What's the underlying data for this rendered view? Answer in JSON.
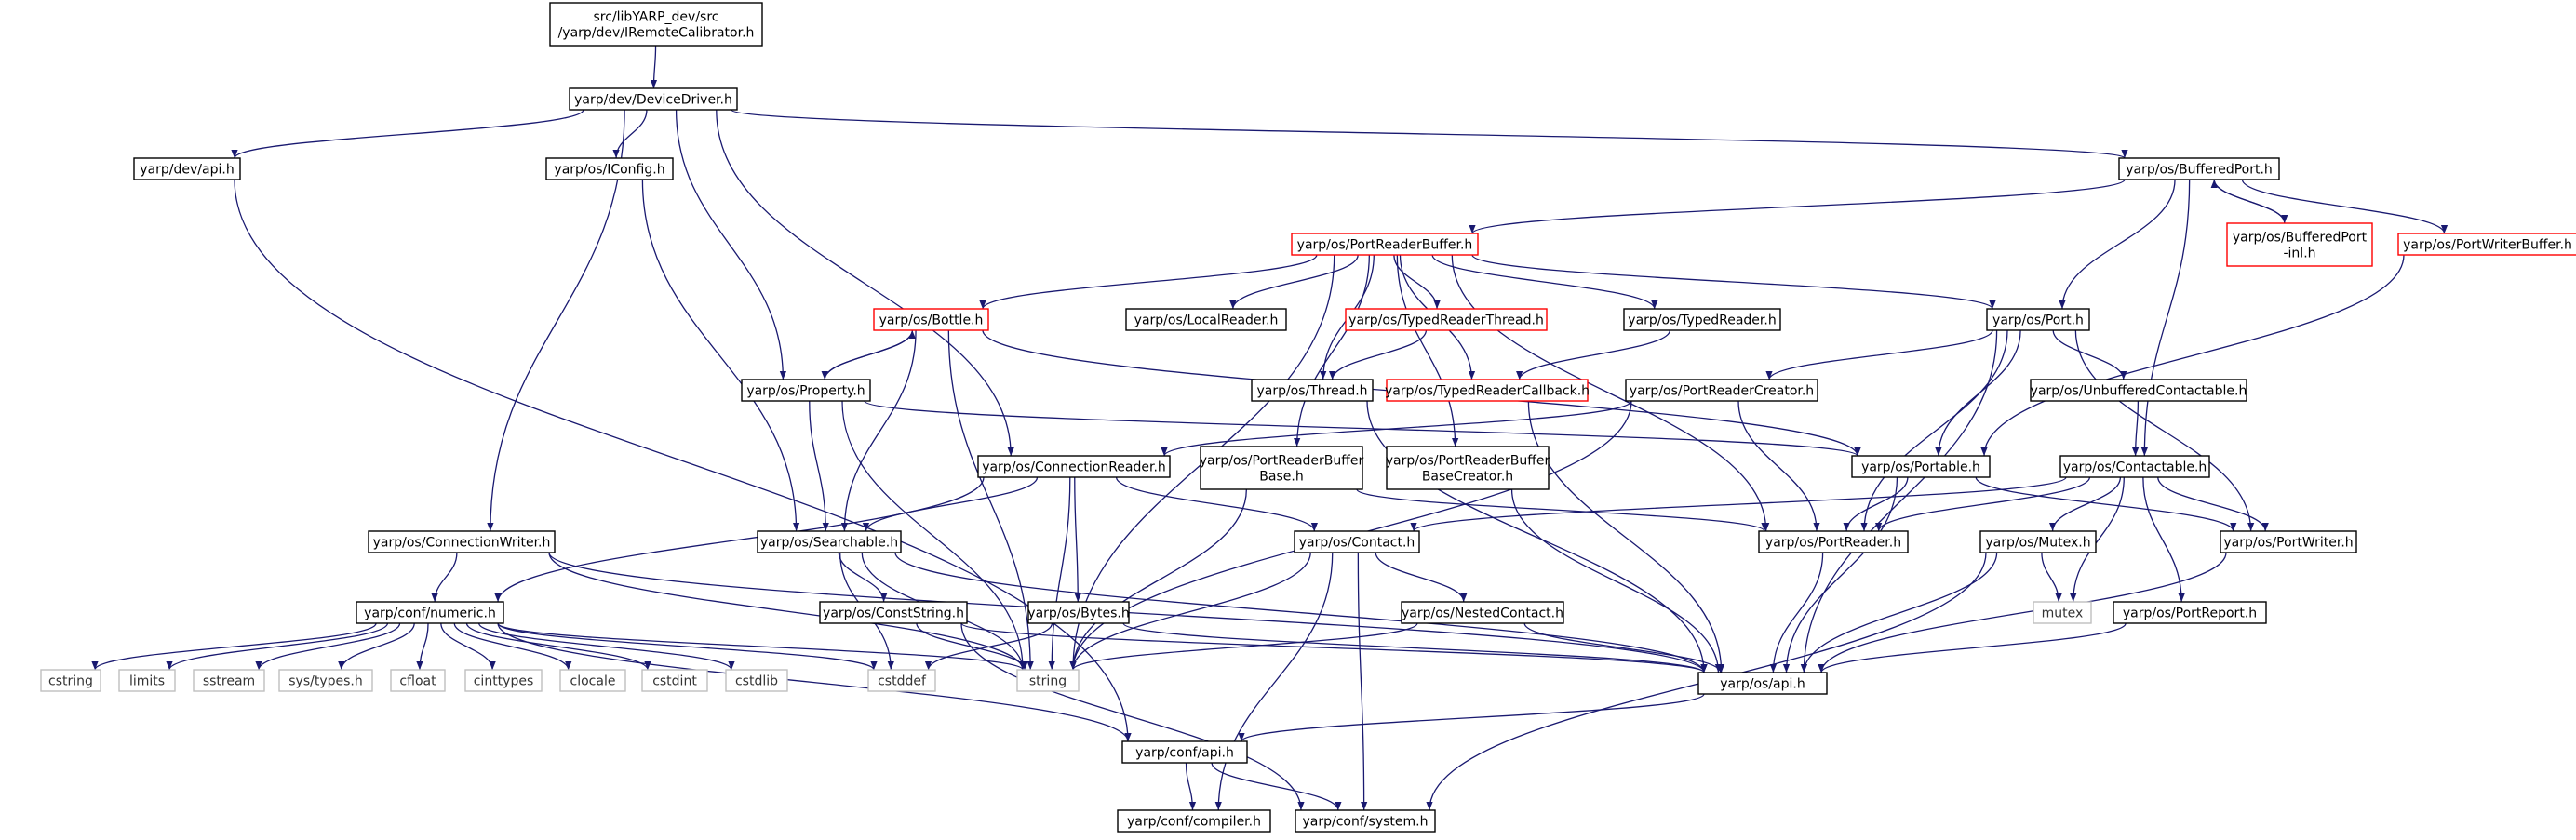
{
  "colors": {
    "node_border": "#000000",
    "node_border_incomplete": "#ff0000",
    "node_border_system": "#bfbfbf",
    "root_fill": "#bfbfbf",
    "edge": "#191970"
  },
  "nodes": [
    {
      "id": "root",
      "lines": [
        "src/libYARP_dev/src",
        "/yarp/dev/IRemoteCalibrator.h"
      ],
      "kind": "root"
    },
    {
      "id": "devicedriver",
      "lines": [
        "yarp/dev/DeviceDriver.h"
      ],
      "kind": "normal"
    },
    {
      "id": "devapi",
      "lines": [
        "yarp/dev/api.h"
      ],
      "kind": "normal"
    },
    {
      "id": "iconfig",
      "lines": [
        "yarp/os/IConfig.h"
      ],
      "kind": "normal"
    },
    {
      "id": "bufferedport",
      "lines": [
        "yarp/os/BufferedPort.h"
      ],
      "kind": "normal"
    },
    {
      "id": "bufferedportinl",
      "lines": [
        "yarp/os/BufferedPort",
        "-inl.h"
      ],
      "kind": "incomplete"
    },
    {
      "id": "portwriterbuffer",
      "lines": [
        "yarp/os/PortWriterBuffer.h"
      ],
      "kind": "incomplete"
    },
    {
      "id": "portreaderbuffer",
      "lines": [
        "yarp/os/PortReaderBuffer.h"
      ],
      "kind": "incomplete"
    },
    {
      "id": "bottle",
      "lines": [
        "yarp/os/Bottle.h"
      ],
      "kind": "incomplete"
    },
    {
      "id": "localreader",
      "lines": [
        "yarp/os/LocalReader.h"
      ],
      "kind": "normal"
    },
    {
      "id": "typedreaderthread",
      "lines": [
        "yarp/os/TypedReaderThread.h"
      ],
      "kind": "incomplete"
    },
    {
      "id": "typedreader",
      "lines": [
        "yarp/os/TypedReader.h"
      ],
      "kind": "normal"
    },
    {
      "id": "port",
      "lines": [
        "yarp/os/Port.h"
      ],
      "kind": "normal"
    },
    {
      "id": "property",
      "lines": [
        "yarp/os/Property.h"
      ],
      "kind": "normal"
    },
    {
      "id": "thread",
      "lines": [
        "yarp/os/Thread.h"
      ],
      "kind": "normal"
    },
    {
      "id": "typedreadercallback",
      "lines": [
        "yarp/os/TypedReaderCallback.h"
      ],
      "kind": "incomplete"
    },
    {
      "id": "portreadercreator",
      "lines": [
        "yarp/os/PortReaderCreator.h"
      ],
      "kind": "normal"
    },
    {
      "id": "unbufferedcontactable",
      "lines": [
        "yarp/os/UnbufferedContactable.h"
      ],
      "kind": "normal"
    },
    {
      "id": "connectionreader",
      "lines": [
        "yarp/os/ConnectionReader.h"
      ],
      "kind": "normal"
    },
    {
      "id": "portreaderbufferbase",
      "lines": [
        "yarp/os/PortReaderBuffer",
        "Base.h"
      ],
      "kind": "normal"
    },
    {
      "id": "portreaderbufferbasecreator",
      "lines": [
        "yarp/os/PortReaderBuffer",
        "BaseCreator.h"
      ],
      "kind": "normal"
    },
    {
      "id": "portable",
      "lines": [
        "yarp/os/Portable.h"
      ],
      "kind": "normal"
    },
    {
      "id": "contactable",
      "lines": [
        "yarp/os/Contactable.h"
      ],
      "kind": "normal"
    },
    {
      "id": "connectionwriter",
      "lines": [
        "yarp/os/ConnectionWriter.h"
      ],
      "kind": "normal"
    },
    {
      "id": "searchable",
      "lines": [
        "yarp/os/Searchable.h"
      ],
      "kind": "normal"
    },
    {
      "id": "contact",
      "lines": [
        "yarp/os/Contact.h"
      ],
      "kind": "normal"
    },
    {
      "id": "portreader",
      "lines": [
        "yarp/os/PortReader.h"
      ],
      "kind": "normal"
    },
    {
      "id": "mutexh",
      "lines": [
        "yarp/os/Mutex.h"
      ],
      "kind": "normal"
    },
    {
      "id": "portwriter",
      "lines": [
        "yarp/os/PortWriter.h"
      ],
      "kind": "normal"
    },
    {
      "id": "numeric",
      "lines": [
        "yarp/conf/numeric.h"
      ],
      "kind": "normal"
    },
    {
      "id": "conststring",
      "lines": [
        "yarp/os/ConstString.h"
      ],
      "kind": "normal"
    },
    {
      "id": "bytes",
      "lines": [
        "yarp/os/Bytes.h"
      ],
      "kind": "normal"
    },
    {
      "id": "nestedcontact",
      "lines": [
        "yarp/os/NestedContact.h"
      ],
      "kind": "normal"
    },
    {
      "id": "mutex",
      "lines": [
        "mutex"
      ],
      "kind": "system"
    },
    {
      "id": "portreport",
      "lines": [
        "yarp/os/PortReport.h"
      ],
      "kind": "normal"
    },
    {
      "id": "cstring",
      "lines": [
        "cstring"
      ],
      "kind": "system"
    },
    {
      "id": "limits",
      "lines": [
        "limits"
      ],
      "kind": "system"
    },
    {
      "id": "sstream",
      "lines": [
        "sstream"
      ],
      "kind": "system"
    },
    {
      "id": "systypes",
      "lines": [
        "sys/types.h"
      ],
      "kind": "system"
    },
    {
      "id": "cfloat",
      "lines": [
        "cfloat"
      ],
      "kind": "system"
    },
    {
      "id": "cinttypes",
      "lines": [
        "cinttypes"
      ],
      "kind": "system"
    },
    {
      "id": "clocale",
      "lines": [
        "clocale"
      ],
      "kind": "system"
    },
    {
      "id": "cstdint",
      "lines": [
        "cstdint"
      ],
      "kind": "system"
    },
    {
      "id": "cstdlib",
      "lines": [
        "cstdlib"
      ],
      "kind": "system"
    },
    {
      "id": "cstddef",
      "lines": [
        "cstddef"
      ],
      "kind": "system"
    },
    {
      "id": "string",
      "lines": [
        "string"
      ],
      "kind": "system"
    },
    {
      "id": "osapi",
      "lines": [
        "yarp/os/api.h"
      ],
      "kind": "normal"
    },
    {
      "id": "confapi",
      "lines": [
        "yarp/conf/api.h"
      ],
      "kind": "normal"
    },
    {
      "id": "compiler",
      "lines": [
        "yarp/conf/compiler.h"
      ],
      "kind": "normal"
    },
    {
      "id": "system",
      "lines": [
        "yarp/conf/system.h"
      ],
      "kind": "normal"
    }
  ],
  "edges": [
    [
      "root",
      "devicedriver"
    ],
    [
      "devicedriver",
      "devapi"
    ],
    [
      "devicedriver",
      "iconfig"
    ],
    [
      "devicedriver",
      "bufferedport"
    ],
    [
      "devicedriver",
      "connectionwriter"
    ],
    [
      "devicedriver",
      "property"
    ],
    [
      "devicedriver",
      "connectionreader"
    ],
    [
      "devapi",
      "confapi"
    ],
    [
      "iconfig",
      "searchable"
    ],
    [
      "bufferedport",
      "portreaderbuffer"
    ],
    [
      "bufferedport",
      "bufferedportinl"
    ],
    [
      "bufferedportinl",
      "bufferedport"
    ],
    [
      "bufferedport",
      "portwriterbuffer"
    ],
    [
      "bufferedport",
      "port"
    ],
    [
      "bufferedport",
      "contactable"
    ],
    [
      "portwriterbuffer",
      "portable"
    ],
    [
      "portreaderbuffer",
      "bottle"
    ],
    [
      "portreaderbuffer",
      "localreader"
    ],
    [
      "portreaderbuffer",
      "typedreaderthread"
    ],
    [
      "portreaderbuffer",
      "typedreader"
    ],
    [
      "portreaderbuffer",
      "port"
    ],
    [
      "portreaderbuffer",
      "thread"
    ],
    [
      "portreaderbuffer",
      "typedreadercallback"
    ],
    [
      "portreaderbuffer",
      "portreaderbufferbase"
    ],
    [
      "portreaderbuffer",
      "portreaderbufferbasecreator"
    ],
    [
      "portreaderbuffer",
      "portreader"
    ],
    [
      "portreaderbuffer",
      "string"
    ],
    [
      "bottle",
      "property"
    ],
    [
      "property",
      "bottle"
    ],
    [
      "bottle",
      "searchable"
    ],
    [
      "bottle",
      "portable"
    ],
    [
      "bottle",
      "string"
    ],
    [
      "typedreaderthread",
      "thread"
    ],
    [
      "typedreader",
      "typedreadercallback"
    ],
    [
      "port",
      "portreadercreator"
    ],
    [
      "port",
      "unbufferedcontactable"
    ],
    [
      "port",
      "portable"
    ],
    [
      "port",
      "portreader"
    ],
    [
      "port",
      "portwriter"
    ],
    [
      "port",
      "osapi"
    ],
    [
      "property",
      "searchable"
    ],
    [
      "property",
      "portable"
    ],
    [
      "property",
      "string"
    ],
    [
      "thread",
      "osapi"
    ],
    [
      "typedreadercallback",
      "osapi"
    ],
    [
      "portreadercreator",
      "connectionreader"
    ],
    [
      "portreadercreator",
      "portreader"
    ],
    [
      "portreadercreator",
      "string"
    ],
    [
      "unbufferedcontactable",
      "contactable"
    ],
    [
      "connectionreader",
      "numeric"
    ],
    [
      "connectionreader",
      "searchable"
    ],
    [
      "connectionreader",
      "contact"
    ],
    [
      "connectionreader",
      "bytes"
    ],
    [
      "connectionreader",
      "string"
    ],
    [
      "portreaderbufferbase",
      "string"
    ],
    [
      "portreaderbufferbasecreator",
      "osapi"
    ],
    [
      "portreaderbufferbase",
      "portreader"
    ],
    [
      "portable",
      "portreader"
    ],
    [
      "portable",
      "portwriter"
    ],
    [
      "portable",
      "osapi"
    ],
    [
      "contactable",
      "contact"
    ],
    [
      "contactable",
      "portreader"
    ],
    [
      "contactable",
      "portwriter"
    ],
    [
      "contactable",
      "mutexh"
    ],
    [
      "contactable",
      "portreport"
    ],
    [
      "contactable",
      "mutex"
    ],
    [
      "connectionwriter",
      "numeric"
    ],
    [
      "connectionwriter",
      "osapi"
    ],
    [
      "connectionwriter",
      "string"
    ],
    [
      "searchable",
      "conststring"
    ],
    [
      "searchable",
      "osapi"
    ],
    [
      "searchable",
      "string"
    ],
    [
      "searchable",
      "cstddef"
    ],
    [
      "contact",
      "nestedcontact"
    ],
    [
      "contact",
      "string"
    ],
    [
      "contact",
      "system"
    ],
    [
      "contact",
      "compiler"
    ],
    [
      "portreader",
      "osapi"
    ],
    [
      "mutexh",
      "mutex"
    ],
    [
      "mutexh",
      "osapi"
    ],
    [
      "mutexh",
      "system"
    ],
    [
      "portwriter",
      "osapi"
    ],
    [
      "numeric",
      "cstring"
    ],
    [
      "numeric",
      "limits"
    ],
    [
      "numeric",
      "sstream"
    ],
    [
      "numeric",
      "systypes"
    ],
    [
      "numeric",
      "cfloat"
    ],
    [
      "numeric",
      "cinttypes"
    ],
    [
      "numeric",
      "clocale"
    ],
    [
      "numeric",
      "cstdint"
    ],
    [
      "numeric",
      "cstdlib"
    ],
    [
      "numeric",
      "cstddef"
    ],
    [
      "numeric",
      "string"
    ],
    [
      "numeric",
      "confapi"
    ],
    [
      "conststring",
      "string"
    ],
    [
      "conststring",
      "osapi"
    ],
    [
      "conststring",
      "system"
    ],
    [
      "bytes",
      "cstddef"
    ],
    [
      "bytes",
      "osapi"
    ],
    [
      "nestedcontact",
      "osapi"
    ],
    [
      "nestedcontact",
      "string"
    ],
    [
      "portreport",
      "osapi"
    ],
    [
      "osapi",
      "confapi"
    ],
    [
      "confapi",
      "compiler"
    ],
    [
      "confapi",
      "system"
    ]
  ]
}
